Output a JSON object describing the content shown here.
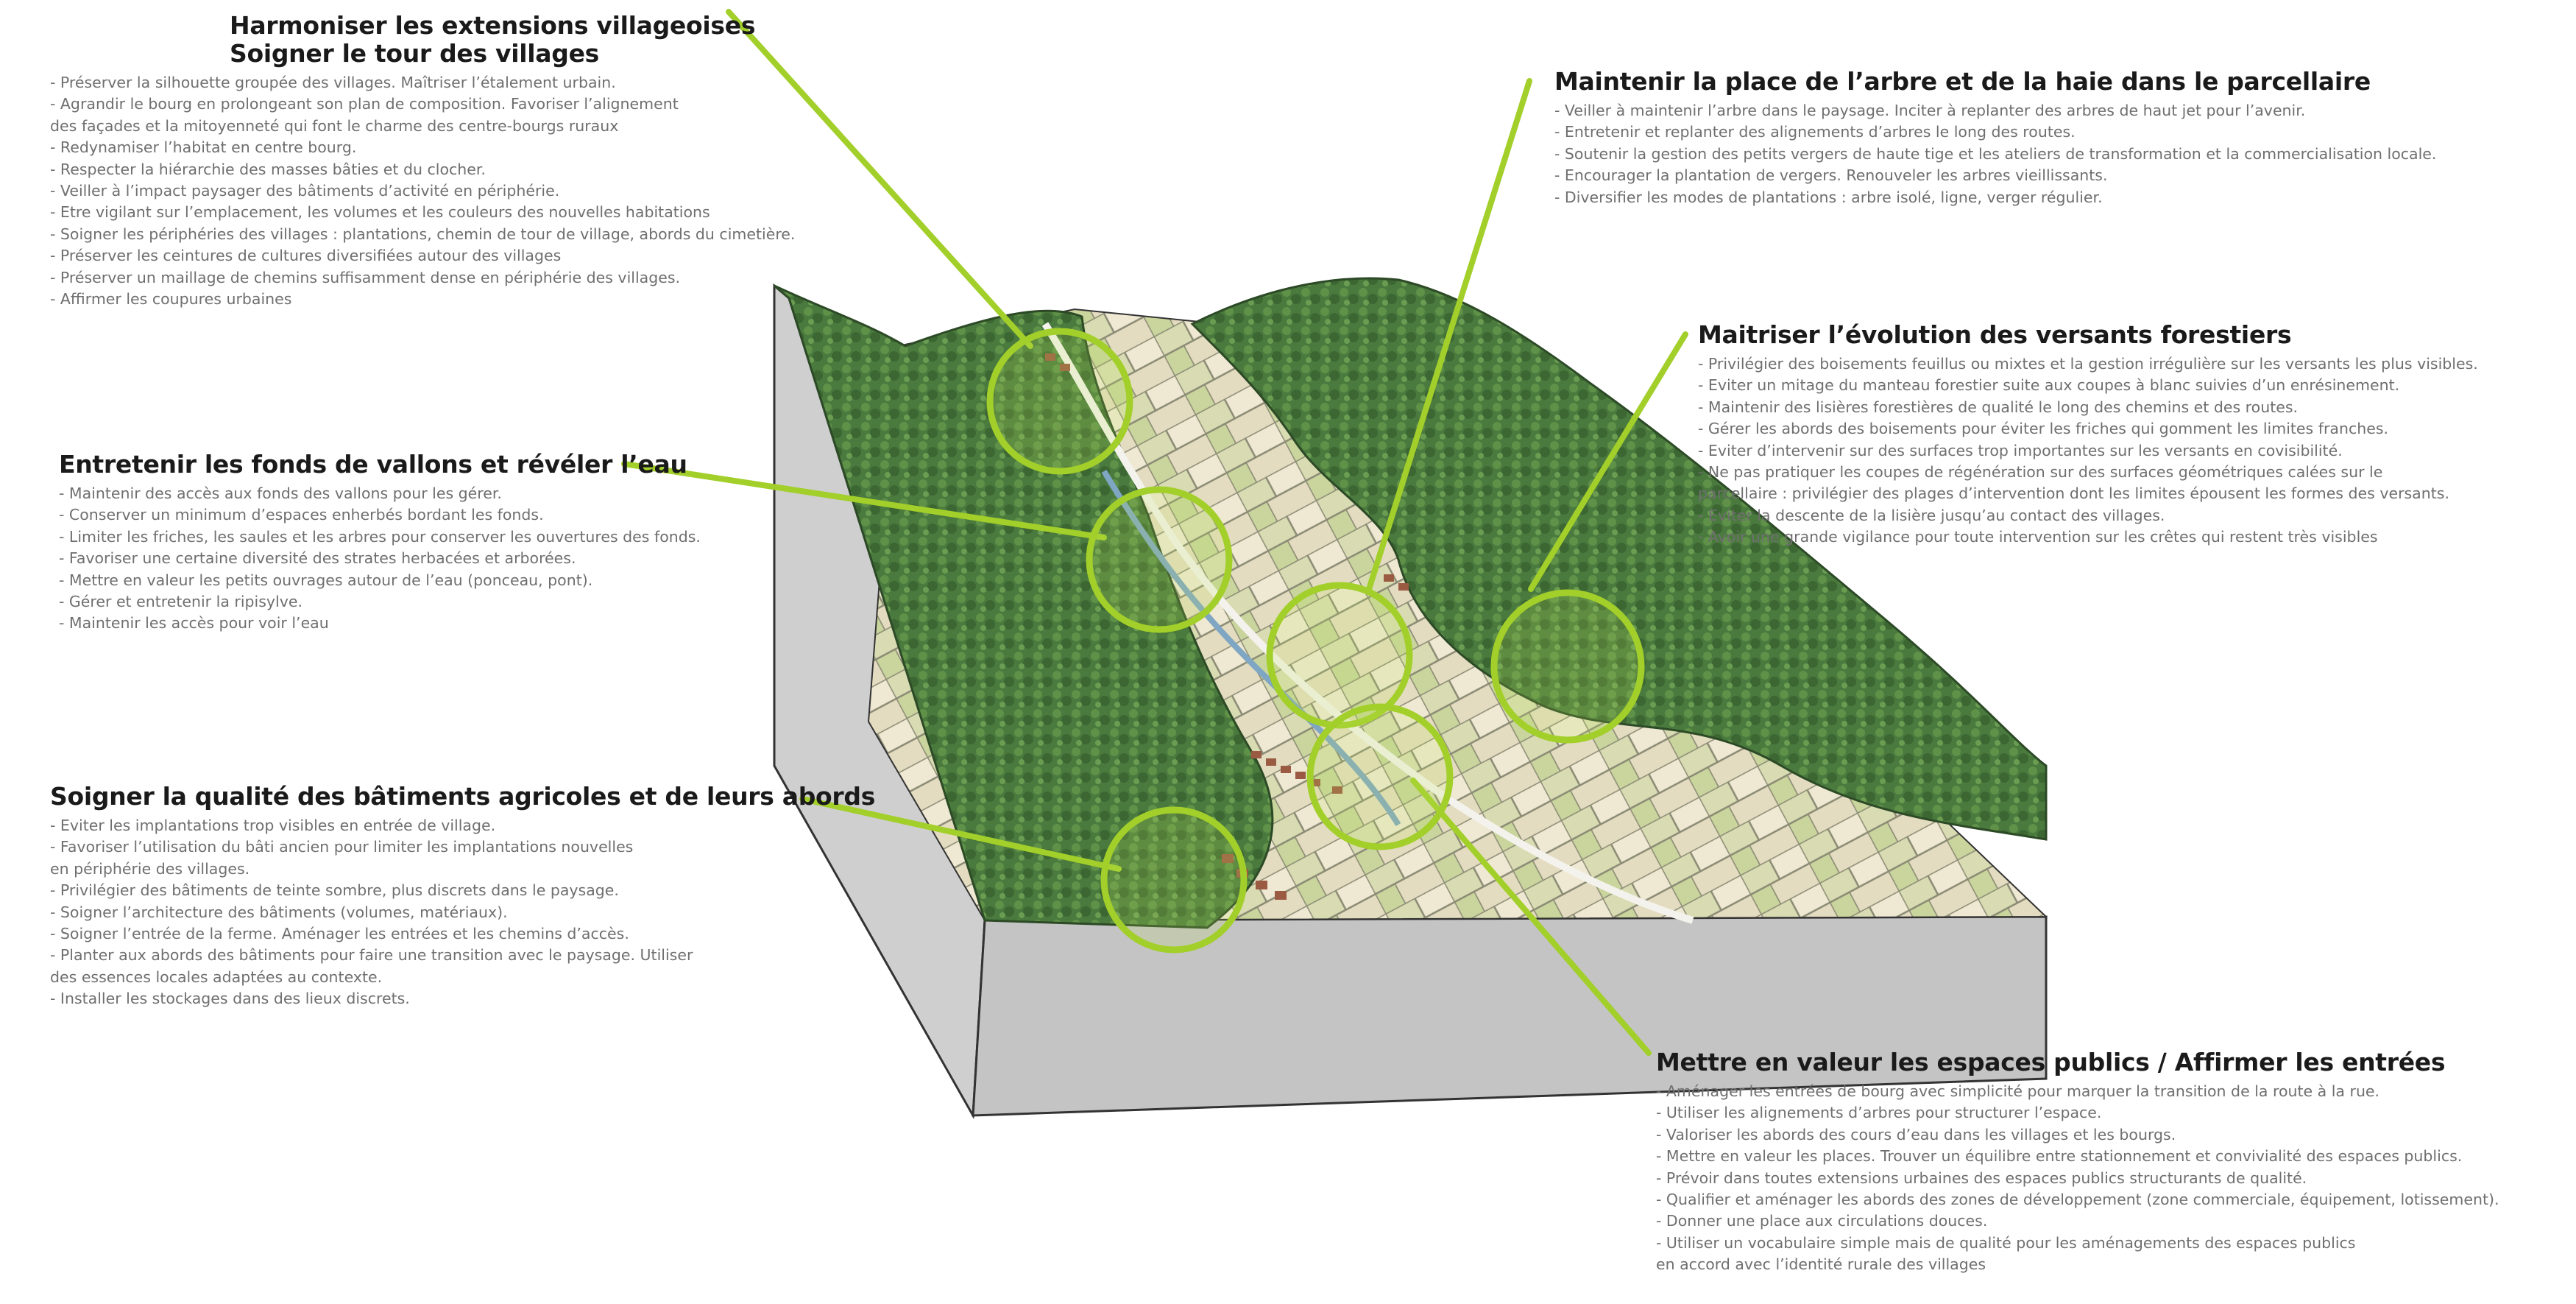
{
  "sections": {
    "harmoniser": {
      "title_line1": "Harmoniser les extensions villageoises",
      "title_line2": "Soigner le tour des villages",
      "items": [
        "- Préserver la silhouette groupée des villages. Maîtriser l’étalement urbain.",
        "- Agrandir le bourg en prolongeant son plan de composition. Favoriser l’alignement",
        "  des façades et la mitoyenneté qui font le charme des centre-bourgs ruraux",
        "- Redynamiser l’habitat en centre bourg.",
        "- Respecter la hiérarchie des masses bâties et du clocher.",
        "- Veiller à l’impact paysager des bâtiments d’activité en périphérie.",
        "- Etre vigilant sur l’emplacement, les volumes et les couleurs des nouvelles habitations",
        "- Soigner les périphéries des villages : plantations, chemin de tour de village, abords du cimetière.",
        "- Préserver les ceintures de cultures diversifiées autour des villages",
        "- Préserver un maillage de chemins suffisamment dense en périphérie des villages.",
        "- Affirmer les coupures urbaines"
      ]
    },
    "arbre": {
      "title": "Maintenir la place de l’arbre et de la haie dans le parcellaire",
      "items": [
        "- Veiller à maintenir l’arbre dans le paysage. Inciter à replanter des arbres de haut jet pour l’avenir.",
        "- Entretenir et replanter des alignements d’arbres le long des routes.",
        "- Soutenir la gestion des petits vergers de haute tige et les ateliers de transformation et la commercialisation locale.",
        "- Encourager la plantation de vergers. Renouveler les arbres vieillissants.",
        "- Diversifier les modes de plantations : arbre isolé, ligne, verger régulier."
      ]
    },
    "versants": {
      "title": "Maitriser l’évolution des versants forestiers",
      "items": [
        "- Privilégier des boisements feuillus ou mixtes et la gestion irrégulière sur les versants les plus visibles.",
        "- Eviter un mitage du manteau forestier suite aux coupes à blanc suivies d’un enrésinement.",
        "- Maintenir des lisières forestières de qualité le long des chemins et des routes.",
        "- Gérer les abords des boisements pour éviter les friches qui gomment les limites franches.",
        "- Eviter d’intervenir sur des surfaces trop importantes sur les versants en covisibilité.",
        "- Ne pas pratiquer les coupes de régénération sur des surfaces géométriques calées sur le",
        "  parcellaire : privilégier des plages d’intervention dont les limites épousent les formes des versants.",
        "- Eviter la descente de la lisière jusqu’au contact des villages.",
        "- Avoir une grande vigilance pour toute intervention sur les crêtes qui restent très visibles"
      ]
    },
    "vallons": {
      "title": "Entretenir les fonds de vallons et révéler l’eau",
      "items": [
        "- Maintenir des accès aux fonds des vallons pour les gérer.",
        "- Conserver un minimum d’espaces enherbés bordant les fonds.",
        "- Limiter les friches, les saules et les arbres pour conserver les ouvertures des fonds.",
        "- Favoriser une certaine diversité des strates herbacées et arborées.",
        "- Mettre en valeur les petits ouvrages autour de l’eau (ponceau, pont).",
        "- Gérer et entretenir la ripisylve.",
        "- Maintenir les accès pour voir l’eau"
      ]
    },
    "agricoles": {
      "title": "Soigner la qualité des bâtiments agricoles et de leurs abords",
      "items": [
        "- Eviter les implantations trop visibles en entrée de village.",
        "- Favoriser l’utilisation du bâti ancien pour limiter les implantations nouvelles",
        "  en périphérie des villages.",
        "- Privilégier des bâtiments de teinte sombre, plus discrets dans le paysage.",
        "- Soigner l’architecture des bâtiments (volumes, matériaux).",
        "- Soigner l’entrée de la ferme. Aménager les entrées et les chemins d’accès.",
        "- Planter aux abords des bâtiments pour faire une transition avec le paysage. Utiliser",
        "  des essences locales adaptées au contexte.",
        "- Installer les stockages dans des lieux discrets."
      ]
    },
    "publics": {
      "title": "Mettre en valeur les espaces publics / Affirmer les entrées",
      "items": [
        "- Aménager les entrées de bourg avec simplicité pour marquer la transition de la route à la rue.",
        "- Utiliser les alignements d’arbres pour structurer l’espace.",
        "- Valoriser les abords des cours d’eau dans les villages et les bourgs.",
        "- Mettre en valeur les places. Trouver un équilibre entre stationnement et convivialité des espaces publics.",
        "- Prévoir dans toutes extensions urbaines des espaces publics structurants de qualité.",
        "- Qualifier et aménager les abords des zones de développement (zone commerciale, équipement, lotissement).",
        "- Donner une place aux circulations douces.",
        "- Utiliser un vocabulaire simple mais de qualité pour les aménagements des espaces publics",
        "  en accord avec l’identité rurale des villages"
      ]
    }
  },
  "colors": {
    "leader_green": "#a2cf2a",
    "forest_dark": "#3f6b36",
    "forest_mid": "#5a8a47",
    "field_light": "#e6e4c8",
    "block_side": "#c9c9c9",
    "title_text": "#1a1a1a",
    "body_text": "#6f6f6f"
  }
}
